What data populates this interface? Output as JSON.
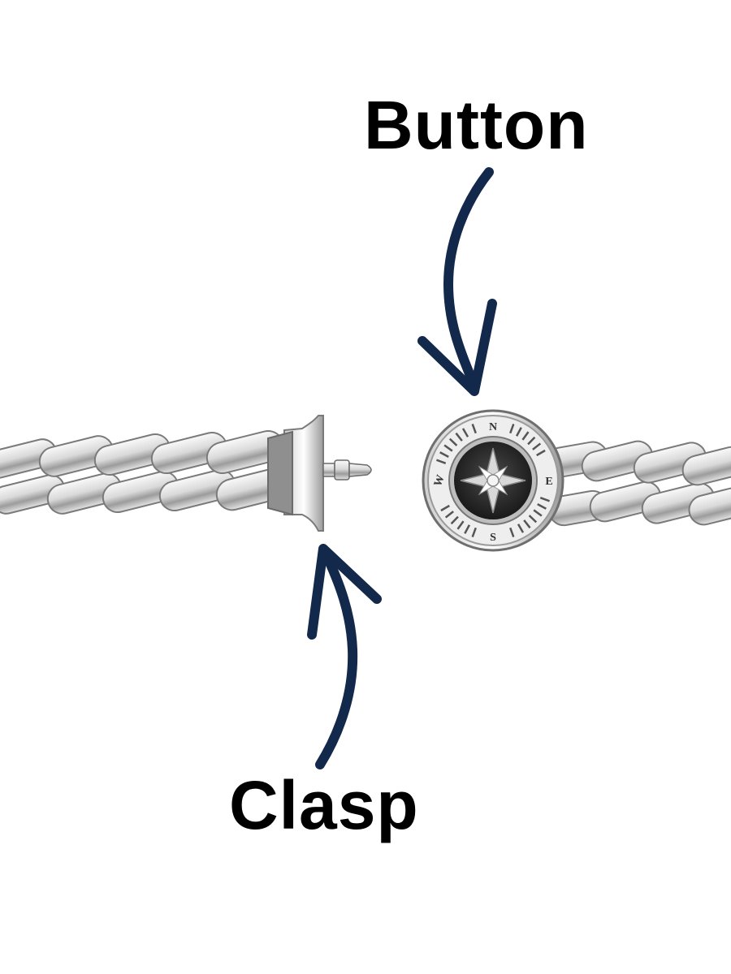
{
  "labels": {
    "button": "Button",
    "clasp": "Clasp"
  },
  "compass": {
    "north": "N",
    "east": "E",
    "south": "S",
    "west": "W"
  },
  "colors": {
    "background": "#ffffff",
    "label_text": "#000000",
    "arrow": "#13294b",
    "steel_light": "#f2f2f2",
    "steel_mid": "#b8b8b8",
    "steel_dark": "#6b6b6b",
    "enamel": "#2a2a2a"
  },
  "icons": {
    "button_arrow": "curved-arrow-down",
    "clasp_arrow": "curved-arrow-up"
  }
}
